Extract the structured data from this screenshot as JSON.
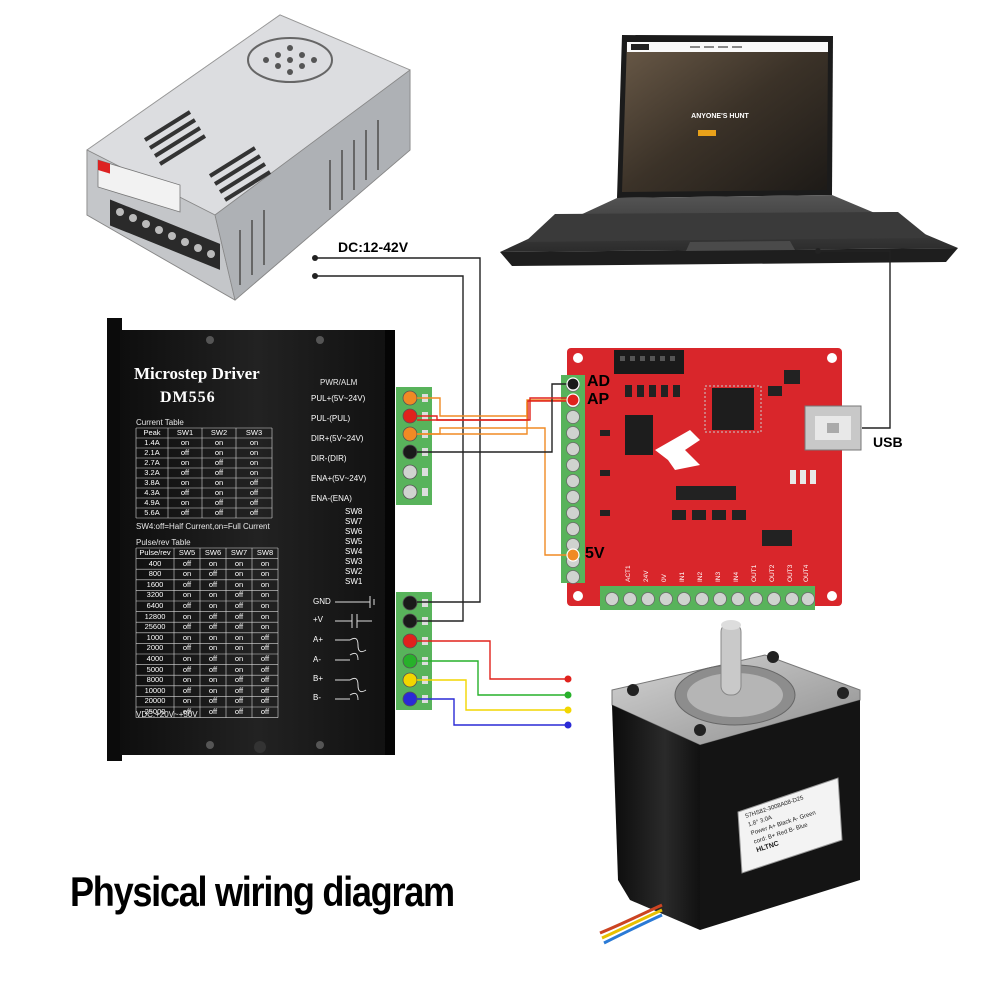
{
  "title": "Physical wiring diagram",
  "power_label": "DC:12-42V",
  "usb_label": "USB",
  "controller_pins": {
    "ad": "AD",
    "ap": "AP",
    "v5": "5V"
  },
  "driver": {
    "title": "Microstep Driver",
    "model": "DM556",
    "pwr_alm": "PWR/ALM",
    "signal_terminals": [
      "PUL+(5V~24V)",
      "PUL-(PUL)",
      "DIR+(5V~24V)",
      "DIR-(DIR)",
      "ENA+(5V~24V)",
      "ENA-(ENA)"
    ],
    "power_terminals": [
      "GND",
      "+V",
      "A+",
      "A-",
      "B+",
      "B-"
    ],
    "switches": [
      "SW8",
      "SW7",
      "SW6",
      "SW5",
      "SW4",
      "SW3",
      "SW2",
      "SW1"
    ],
    "current_table": {
      "caption": "Current Table",
      "headers": [
        "Peak",
        "SW1",
        "SW2",
        "SW3"
      ],
      "rows": [
        [
          "1.4A",
          "on",
          "on",
          "on"
        ],
        [
          "2.1A",
          "off",
          "on",
          "on"
        ],
        [
          "2.7A",
          "on",
          "off",
          "on"
        ],
        [
          "3.2A",
          "off",
          "off",
          "on"
        ],
        [
          "3.8A",
          "on",
          "on",
          "off"
        ],
        [
          "4.3A",
          "off",
          "on",
          "off"
        ],
        [
          "4.9A",
          "on",
          "off",
          "off"
        ],
        [
          "5.6A",
          "off",
          "off",
          "off"
        ]
      ]
    },
    "sw4_note": "SW4:off=Half Current,on=Full Current",
    "pulse_table": {
      "caption": "Pulse/rev Table",
      "headers": [
        "Pulse/rev",
        "SW5",
        "SW6",
        "SW7",
        "SW8"
      ],
      "rows": [
        [
          "400",
          "off",
          "on",
          "on",
          "on"
        ],
        [
          "800",
          "on",
          "off",
          "on",
          "on"
        ],
        [
          "1600",
          "off",
          "off",
          "on",
          "on"
        ],
        [
          "3200",
          "on",
          "on",
          "off",
          "on"
        ],
        [
          "6400",
          "off",
          "on",
          "off",
          "on"
        ],
        [
          "12800",
          "on",
          "off",
          "off",
          "on"
        ],
        [
          "25600",
          "off",
          "off",
          "off",
          "on"
        ],
        [
          "1000",
          "on",
          "on",
          "on",
          "off"
        ],
        [
          "2000",
          "off",
          "on",
          "on",
          "off"
        ],
        [
          "4000",
          "on",
          "off",
          "on",
          "off"
        ],
        [
          "5000",
          "off",
          "off",
          "on",
          "off"
        ],
        [
          "8000",
          "on",
          "on",
          "off",
          "off"
        ],
        [
          "10000",
          "off",
          "on",
          "off",
          "off"
        ],
        [
          "20000",
          "on",
          "off",
          "off",
          "off"
        ],
        [
          "25000",
          "off",
          "off",
          "off",
          "off"
        ]
      ]
    },
    "vdc_note": "VDC:+20V~+50V"
  },
  "board_io_labels": [
    "ACT1",
    "24V",
    "0V",
    "IN1",
    "IN2",
    "IN3",
    "IN4",
    "OUT1",
    "OUT2",
    "OUT3",
    "OUT4"
  ],
  "motor_label": {
    "line1": "57HS82-3008A08-D25",
    "line2": "1.8° 3.0A",
    "line3": "Power A+ Black  A- Green",
    "line4": "cord: B+ Red  B- Blue",
    "brand": "HLTNC"
  },
  "laptop_screen": {
    "headline": "ANYONE'S HUNT"
  },
  "colors": {
    "wire_orange": "#f08a24",
    "wire_red": "#e0221c",
    "wire_black": "#1a1a1a",
    "wire_green": "#27b12a",
    "wire_yellow": "#f2d600",
    "wire_blue": "#2a2ad6",
    "board_red": "#d9262b",
    "terminal_green": "#58b35b"
  }
}
